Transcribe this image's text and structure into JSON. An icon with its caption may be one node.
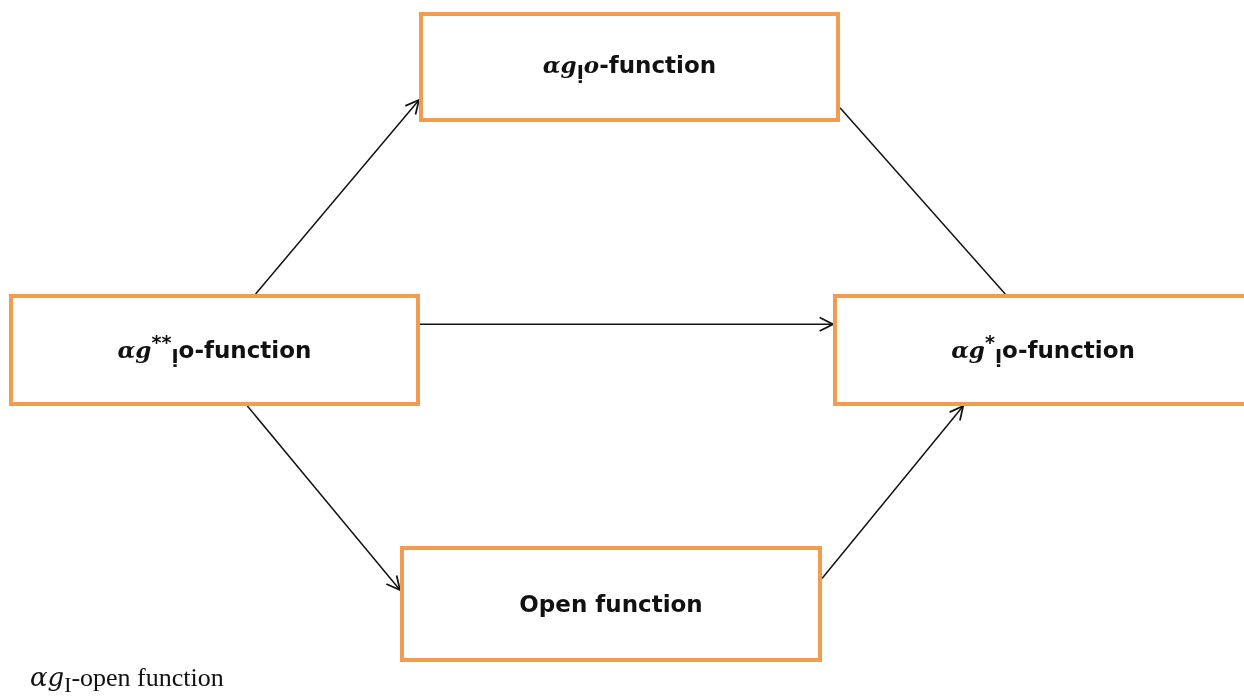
{
  "diagram": {
    "nodes": [
      {
        "text": [
          "*αg*$_{Ị}$*o*-function"
        ]
      },
      {
        "text": [
          "*αg*$^{**}$$_{Ị}$o-function"
        ]
      },
      {
        "text": [
          "*αg*$^{*}$$_{Ị}$o-function"
        ]
      },
      {
        "text": [
          "Open function"
        ]
      }
    ],
    "edges": [
      {
        "from": 1,
        "to": 0,
        "arrow": "to"
      },
      {
        "from": 0,
        "to": 2,
        "arrow": "none"
      },
      {
        "from": 1,
        "to": 2,
        "arrow": "to"
      },
      {
        "from": 1,
        "to": 3,
        "arrow": "to"
      },
      {
        "from": 3,
        "to": 2,
        "arrow": "to"
      }
    ],
    "labels": [
      "*αg*$_{I}$-open function"
    ]
  }
}
